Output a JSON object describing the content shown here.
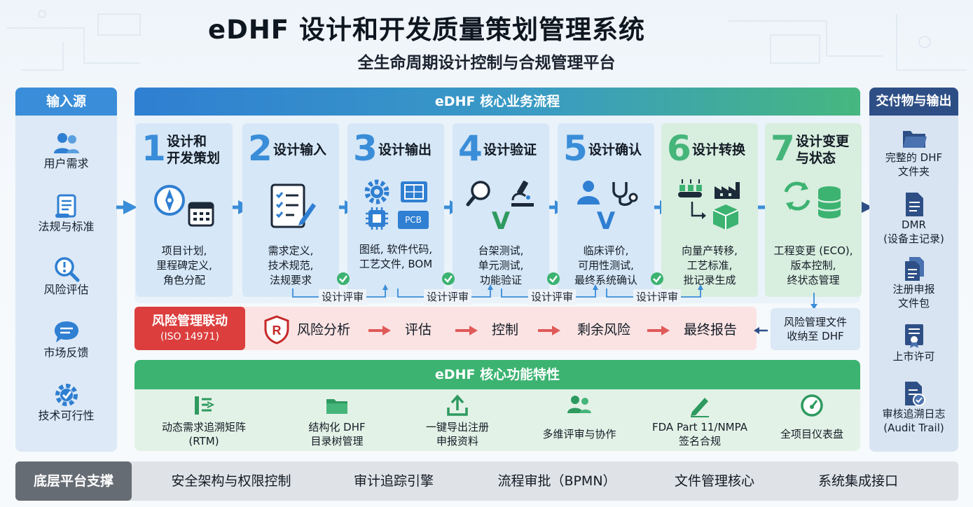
{
  "title": "eDHF  设计和开发质量策划管理系统",
  "subtitle": "全生命周期设计控制与合规管理平台",
  "colors": {
    "blue": "#2f7fd2",
    "green": "#3cb371",
    "red": "#dc3e3e",
    "navy": "#2e4f86",
    "gray": "#666c74"
  },
  "inputs": {
    "header": "输入源",
    "items": [
      {
        "label": "用户需求",
        "icon": "users-icon"
      },
      {
        "label": "法规与标准",
        "icon": "scroll-icon"
      },
      {
        "label": "风险评估",
        "icon": "risk-search-icon"
      },
      {
        "label": "市场反馈",
        "icon": "chat-icon"
      },
      {
        "label": "技术可行性",
        "icon": "gear-check-icon"
      }
    ]
  },
  "process": {
    "header": "eDHF 核心业务流程",
    "stages": [
      {
        "num": "1",
        "name1": "设计和",
        "name2": "开发策划",
        "desc": [
          "项目计划,",
          "里程碑定义,",
          "角色分配"
        ]
      },
      {
        "num": "2",
        "name1": "设计输入",
        "name2": "",
        "desc": [
          "需求定义,",
          "技术规范,",
          "法规要求"
        ]
      },
      {
        "num": "3",
        "name1": "设计输出",
        "name2": "",
        "desc": [
          "图纸, 软件代码,",
          "工艺文件, BOM"
        ],
        "pcb": "PCB"
      },
      {
        "num": "4",
        "name1": "设计验证",
        "name2": "",
        "desc": [
          "台架测试,",
          "单元测试,",
          "功能验证"
        ],
        "mark": "V"
      },
      {
        "num": "5",
        "name1": "设计确认",
        "name2": "",
        "desc": [
          "临床评价,",
          "可用性测试,",
          "最终系统确认"
        ],
        "mark": "V"
      },
      {
        "num": "6",
        "name1": "设计转换",
        "name2": "",
        "desc": [
          "向量产转移,",
          "工艺标准,",
          "批记录生成"
        ]
      },
      {
        "num": "7",
        "name1": "设计变更",
        "name2": "与状态",
        "desc": [
          "工程变更 (ECO),",
          "版本控制,",
          "终状态管理"
        ]
      }
    ],
    "reviews": [
      "设计评审",
      "设计评审",
      "设计评审",
      "设计评审"
    ]
  },
  "risk": {
    "title": "风险管理联动",
    "standard": "(ISO 14971)",
    "logo_letter": "R",
    "steps": [
      "风险分析",
      "评估",
      "控制",
      "剩余风险",
      "最终报告"
    ],
    "doc": [
      "风险管理文件",
      "收纳至 DHF"
    ]
  },
  "features": {
    "header": "eDHF 核心功能特性",
    "items": [
      {
        "l1": "动态需求追溯矩阵",
        "l2": "(RTM)"
      },
      {
        "l1": "结构化 DHF",
        "l2": "目录树管理"
      },
      {
        "l1": "一键导出注册",
        "l2": "申报资料"
      },
      {
        "l1": "多维评审与协作",
        "l2": ""
      },
      {
        "l1": "FDA Part 11/NMPA",
        "l2": "签名合规"
      },
      {
        "l1": "全项目仪表盘",
        "l2": ""
      }
    ]
  },
  "outputs": {
    "header": "交付物与输出",
    "items": [
      {
        "l1": "完整的 DHF",
        "l2": "文件夹"
      },
      {
        "l1": "DMR",
        "l2": "(设备主记录)"
      },
      {
        "l1": "注册申报",
        "l2": "文件包"
      },
      {
        "l1": "上市许可",
        "l2": ""
      },
      {
        "l1": "审核追溯日志",
        "l2": "(Audit Trail)"
      }
    ]
  },
  "platform": {
    "header": "底层平台支撑",
    "items": [
      "安全架构与权限控制",
      "审计追踪引擎",
      "流程审批（BPMN）",
      "文件管理核心",
      "系统集成接口"
    ]
  }
}
